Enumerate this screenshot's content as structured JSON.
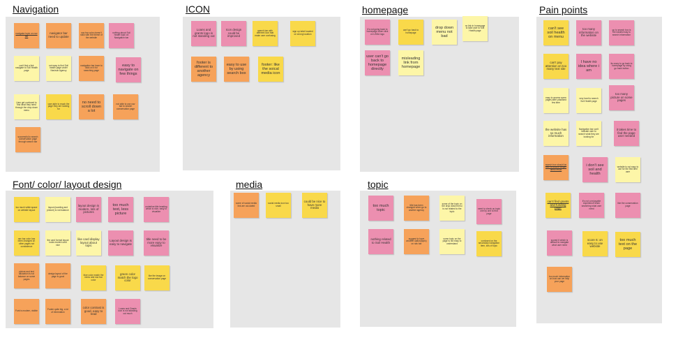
{
  "boards": [
    {
      "id": "navigation",
      "title": "Navigation",
      "notes": [
        {
          "text": "navigator topic on nav bar",
          "color": "orange",
          "size": "xs",
          "underline": true
        },
        {
          "text": "navigator bar need to update",
          "color": "orange",
          "size": "s"
        },
        {
          "text": "nav bar color doesn't stick with the theme of the website",
          "color": "orange",
          "size": "xs"
        },
        {
          "text": "nothing about Soil health topic on Navigation bar",
          "color": "pink",
          "size": "xs"
        },
        {
          "text": "can't find a link navigate to Soil Health page",
          "color": "pale",
          "size": "xs"
        },
        {
          "text": "not easy to find Soil health page under Nav/sub Agency",
          "color": "pale",
          "size": "xs"
        },
        {
          "text": "navigation bar have to click on it for searching page",
          "color": "orange",
          "size": "xs"
        },
        {
          "text": "easy to navigate on few things",
          "color": "pink",
          "size": "m"
        },
        {
          "text": "User get confused to find what they need through the drop down menu",
          "color": "pale",
          "size": "xs"
        },
        {
          "text": "user able to reach the page they are looking for",
          "color": "yellow",
          "size": "xs"
        },
        {
          "text": "no need to scroll down a lot",
          "color": "orange",
          "size": "m"
        },
        {
          "text": "not able to use nav bar to search conservation page",
          "color": "orange",
          "size": "xs"
        },
        {
          "text": "successful to search conservation page through search bar",
          "color": "orange",
          "size": "xs"
        }
      ]
    },
    {
      "id": "icon",
      "title": "ICON",
      "notes": [
        {
          "text": "Loans and grants logo is not standing out",
          "color": "pink",
          "size": "s"
        },
        {
          "text": "Icon design could be improved",
          "color": "pink",
          "size": "s"
        },
        {
          "text": "search bar with different icon that make user confusing",
          "color": "yellow",
          "size": "xs"
        },
        {
          "text": "sign up label located on wrong location",
          "color": "yellow",
          "size": "xs"
        },
        {
          "text": "footer is different to another agency",
          "color": "orange",
          "size": "m"
        },
        {
          "text": "easy to use by using search box",
          "color": "orange",
          "size": "m"
        },
        {
          "text": "footer: like the soical media icon",
          "color": "yellow",
          "size": "m"
        }
      ]
    },
    {
      "id": "homepage",
      "title": "homepage",
      "notes": [
        {
          "text": "it's not going back to homepage when click on USDA logo",
          "color": "pink",
          "size": "xs"
        },
        {
          "text": "can't go back to homepage",
          "color": "yellow",
          "size": "xs"
        },
        {
          "text": "drop down menu not bad",
          "color": "pale",
          "size": "m"
        },
        {
          "text": "no link in homepage to take user to Soil Health page",
          "color": "pale",
          "size": "xs"
        },
        {
          "text": "user can't go back to homepage directly",
          "color": "pink",
          "size": "m"
        },
        {
          "text": "misleading link from homepage",
          "color": "pale",
          "size": "m"
        }
      ]
    },
    {
      "id": "pain-points",
      "title": "Pain points",
      "notes": [
        {
          "text": "can't see soil health on menu",
          "color": "yellow",
          "size": "m"
        },
        {
          "text": "too many information on the website",
          "color": "pink",
          "size": "s"
        },
        {
          "text": "go to search box is the easiest way to search information",
          "color": "pink",
          "size": "xs"
        },
        {
          "text": "can't pay attention on too many text site",
          "color": "yellow",
          "size": "s"
        },
        {
          "text": "I have no idea where i am",
          "color": "pink",
          "size": "m"
        },
        {
          "text": "its crazy to go back to homepage by using go back button",
          "color": "pink",
          "size": "xs"
        },
        {
          "text": "easy to access some pages after practised few time",
          "color": "pale",
          "size": "xs"
        },
        {
          "text": "very hard to search Soil Health page",
          "color": "pale",
          "size": "xs"
        },
        {
          "text": "too many picture on some pages",
          "color": "pink",
          "size": "s"
        },
        {
          "text": "the website has so much information",
          "color": "pale",
          "size": "s"
        },
        {
          "text": "Navigation bar can't indicate user to search what they are looking for",
          "color": "pale",
          "size": "xs"
        },
        {
          "text": "it takes time to find the page user needed",
          "color": "pink",
          "size": "s"
        },
        {
          "text": "search box should be able to search single/ direct result",
          "color": "orange",
          "size": "xs",
          "underline": true
        },
        {
          "text": "i don't see soil and health",
          "color": "pink",
          "size": "m"
        },
        {
          "text": "website is not easy to use for the first time user",
          "color": "pale",
          "size": "xs"
        },
        {
          "text": "can't find grants and funding page",
          "color": "yellow",
          "size": "s",
          "underline": true
        },
        {
          "text": "it's not a enjoyable experience when searching what user need",
          "color": "pink",
          "size": "xs"
        },
        {
          "text": "like the conservation page",
          "color": "pink",
          "size": "xs"
        },
        {
          "text": "scored 6 which is difficult to navigate what user need",
          "color": "pink",
          "size": "xs"
        },
        {
          "text": "score 6: on easy to use website",
          "color": "yellow",
          "size": "s"
        },
        {
          "text": "too much text on the page",
          "color": "yellow",
          "size": "m"
        },
        {
          "text": "too much information on how can we help your page",
          "color": "orange",
          "size": "xs"
        }
      ]
    },
    {
      "id": "font-color-layout",
      "title": "Font/ color/ layout design",
      "notes": [
        {
          "text": "too much white space on website layout",
          "color": "yellow",
          "size": "xs"
        },
        {
          "text": "layout (wording and picture) is not balance",
          "color": "pale",
          "size": "xs"
        },
        {
          "text": "layout design is modern, lots of pictures",
          "color": "pink",
          "size": "s"
        },
        {
          "text": "too much text, less picture",
          "color": "pink",
          "size": "m"
        },
        {
          "text": "underline title heading which is nice, easy to visualize",
          "color": "pink",
          "size": "xs"
        },
        {
          "text": "nav bar color has been changed on other pages not consistence",
          "color": "yellow",
          "size": "xs"
        },
        {
          "text": "the card format layout looks modern and nice",
          "color": "pale",
          "size": "xs"
        },
        {
          "text": "like card display layout about topic",
          "color": "pale",
          "size": "s"
        },
        {
          "text": "Layout design is easy to navigate",
          "color": "pink",
          "size": "s"
        },
        {
          "text": "title need to be more easy to visualize",
          "color": "pink",
          "size": "s"
        },
        {
          "text": "picture and text allocation is not balance on some pages",
          "color": "orange",
          "size": "xs"
        },
        {
          "text": "design layout of the page is good",
          "color": "orange",
          "size": "xs"
        },
        {
          "text": "blue color match the menu and nav bar color",
          "color": "yellow",
          "size": "xs"
        },
        {
          "text": "green color match the logo color",
          "color": "yellow",
          "size": "s"
        },
        {
          "text": "like the image on conservation page",
          "color": "yellow",
          "size": "xs"
        },
        {
          "text": "Font is modern, visible",
          "color": "orange",
          "size": "xs"
        },
        {
          "text": "Footer quite big, a lot of information",
          "color": "orange",
          "size": "xs"
        },
        {
          "text": "color contrast is good, easy to read",
          "color": "orange",
          "size": "s"
        },
        {
          "text": "Loans and Grants icon is not standing out much",
          "color": "pink",
          "size": "xs"
        }
      ]
    },
    {
      "id": "media",
      "title": "media",
      "notes": [
        {
          "text": "some of social media link are out-dated",
          "color": "orange",
          "size": "xs"
        },
        {
          "text": "social media icon too small",
          "color": "yellow",
          "size": "xs"
        },
        {
          "text": "could be nice to have more media",
          "color": "yellow",
          "size": "s"
        }
      ]
    },
    {
      "id": "topic",
      "title": "topic",
      "notes": [
        {
          "text": "too much topic",
          "color": "pink",
          "size": "m"
        },
        {
          "text": "title has been changed when go to another agency",
          "color": "orange",
          "size": "xs"
        },
        {
          "text": "some of the topic on the drop down menu is not related to the topic",
          "color": "pale",
          "size": "xs"
        },
        {
          "text": "need to check on topic one by one to find page",
          "color": "pink",
          "size": "xs"
        },
        {
          "text": "nothing related to Soil Health",
          "color": "pink",
          "size": "s"
        },
        {
          "text": "suggest to have another option(topic) on nav bar",
          "color": "orange",
          "size": "xs"
        },
        {
          "text": "some topic on the page is not easy to understand",
          "color": "pale",
          "size": "xs"
        },
        {
          "text": "confused on the secondary navigation item, lots of topic",
          "color": "yellow",
          "size": "xs"
        }
      ]
    }
  ]
}
